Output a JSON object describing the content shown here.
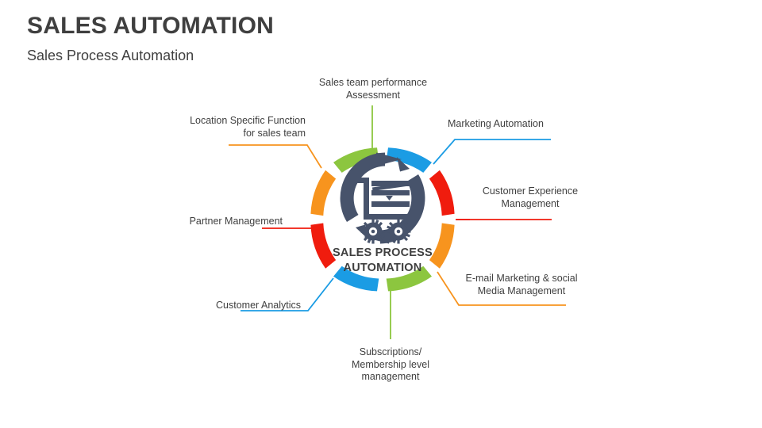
{
  "header": {
    "title": "SALES AUTOMATION",
    "subtitle": "Sales Process Automation"
  },
  "center": {
    "label_line1": "SALES PROCESS",
    "label_line2": "AUTOMATION",
    "icon": "cycle-cart-gears-icon",
    "icon_color": "#47536B"
  },
  "colors": {
    "green": "#8CC63F",
    "blue": "#1B9CE4",
    "red": "#F01C0E",
    "orange": "#F7941E",
    "dark": "#47536B",
    "text": "#3f3f3f",
    "background": "#ffffff"
  },
  "chart_data": {
    "type": "pie",
    "title": "Sales Process Automation",
    "layout": "radial 8-segment ring with leader-line callouts",
    "legend_position": "around-ring",
    "categories": [
      "Sales team performance Assessment",
      "Marketing Automation",
      "Customer Experience Management",
      "E-mail Marketing & social Media Management",
      "Subscriptions/ Membership level management",
      "Customer Analytics",
      "Partner Management",
      "Location Specific Function for sales team"
    ],
    "values": [
      12.5,
      12.5,
      12.5,
      12.5,
      12.5,
      12.5,
      12.5,
      12.5
    ],
    "colors": [
      "#8CC63F",
      "#1B9CE4",
      "#F01C0E",
      "#F7941E",
      "#8CC63F",
      "#1B9CE4",
      "#F01C0E",
      "#F7941E"
    ]
  },
  "segments": [
    {
      "id": "sales-team-performance",
      "label": "Sales team performance\nAssessment",
      "color": "#8CC63F",
      "position": "top"
    },
    {
      "id": "marketing-automation",
      "label": "Marketing Automation",
      "color": "#1B9CE4",
      "position": "top-right"
    },
    {
      "id": "customer-experience-management",
      "label": "Customer Experience\nManagement",
      "color": "#F01C0E",
      "position": "right-upper"
    },
    {
      "id": "email-marketing-social-media",
      "label": "E-mail Marketing & social\nMedia Management",
      "color": "#F7941E",
      "position": "right-lower"
    },
    {
      "id": "subscriptions-membership",
      "label": "Subscriptions/\nMembership level\nmanagement",
      "color": "#8CC63F",
      "position": "bottom"
    },
    {
      "id": "customer-analytics",
      "label": "Customer Analytics",
      "color": "#1B9CE4",
      "position": "bottom-left"
    },
    {
      "id": "partner-management",
      "label": "Partner Management",
      "color": "#F01C0E",
      "position": "left-lower"
    },
    {
      "id": "location-specific-function",
      "label": "Location Specific Function\nfor sales team",
      "color": "#F7941E",
      "position": "left-upper"
    }
  ]
}
